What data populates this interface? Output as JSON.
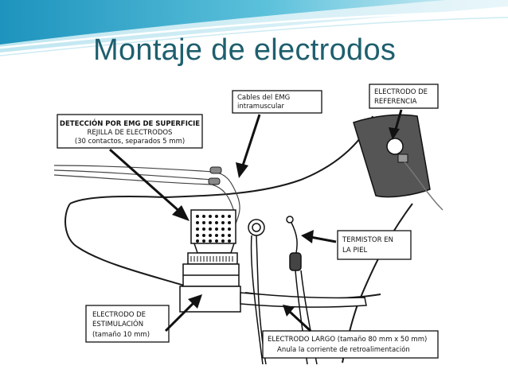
{
  "slide": {
    "title": "Montaje de electrodos"
  },
  "diagram": {
    "labels": {
      "surface_emg_line1": "DETECCIÓN POR EMG DE SUPERFICIE",
      "surface_emg_line2": "REJILLA DE ELECTRODOS",
      "surface_emg_line3": "(30 contactos, separados 5 mm)",
      "emg_cables_line1": "Cables del EMG",
      "emg_cables_line2": "intramuscular",
      "reference_line1": "ELECTRODO DE",
      "reference_line2": "REFERENCIA",
      "thermistor_line1": "TERMISTOR EN",
      "thermistor_line2": "LA PIEL",
      "stimulation_line1": "ELECTRODO DE",
      "stimulation_line2": "ESTIMULACIÓN",
      "stimulation_line3": "(tamaño 10 mm)",
      "long_electrode_line1": "ELECTRODO LARGO (tamaño 80 mm x 50 mm)",
      "long_electrode_line2": "Anula la corriente de retroalimentación"
    }
  },
  "colors": {
    "title": "#1e5f6e",
    "swoosh_dark": "#2fa3c7",
    "swoosh_light": "#a8dcea"
  }
}
